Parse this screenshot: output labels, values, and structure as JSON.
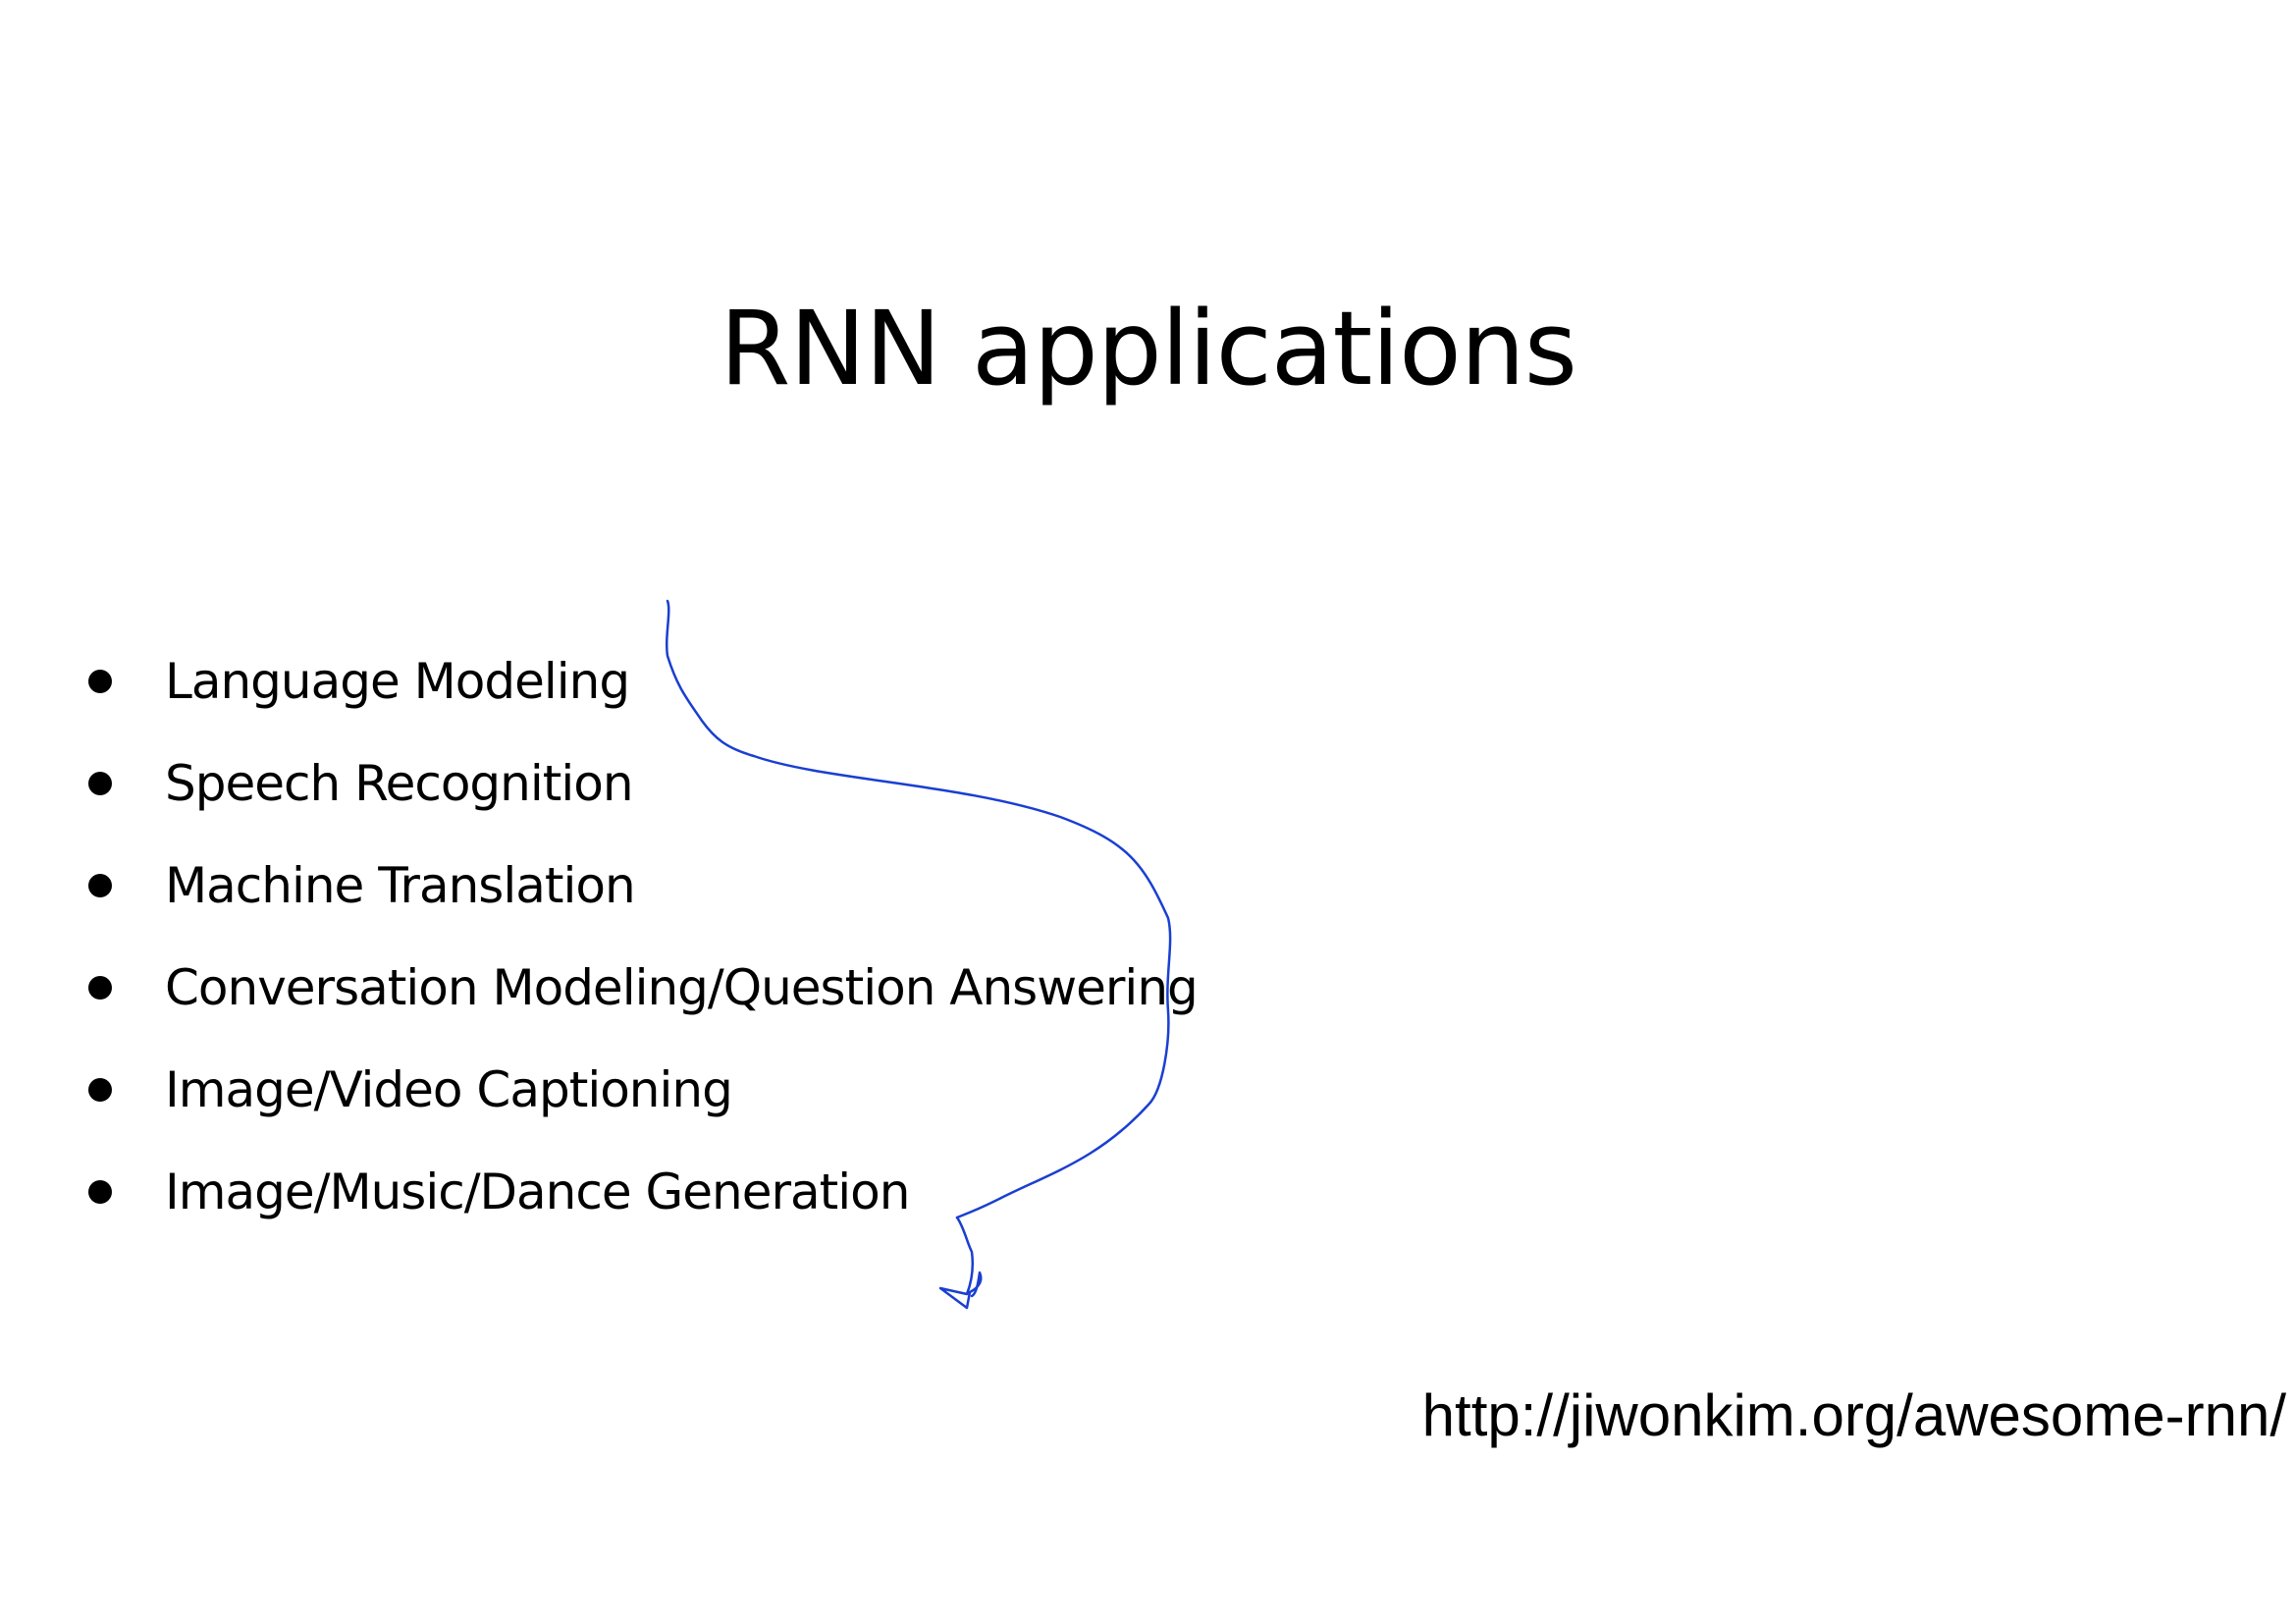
{
  "slide": {
    "title": "RNN applications",
    "bullets": [
      "Language Modeling",
      "Speech Recognition",
      "Machine Translation",
      "Conversation Modeling/Question Answering",
      "Image/Video Captioning",
      "Image/Music/Dance Generation"
    ],
    "source_url": "http://jiwonkim.org/awesome-rnn/"
  },
  "colors": {
    "text": "#000000",
    "background": "#ffffff",
    "annotation_ink": "#1a3fd1"
  }
}
